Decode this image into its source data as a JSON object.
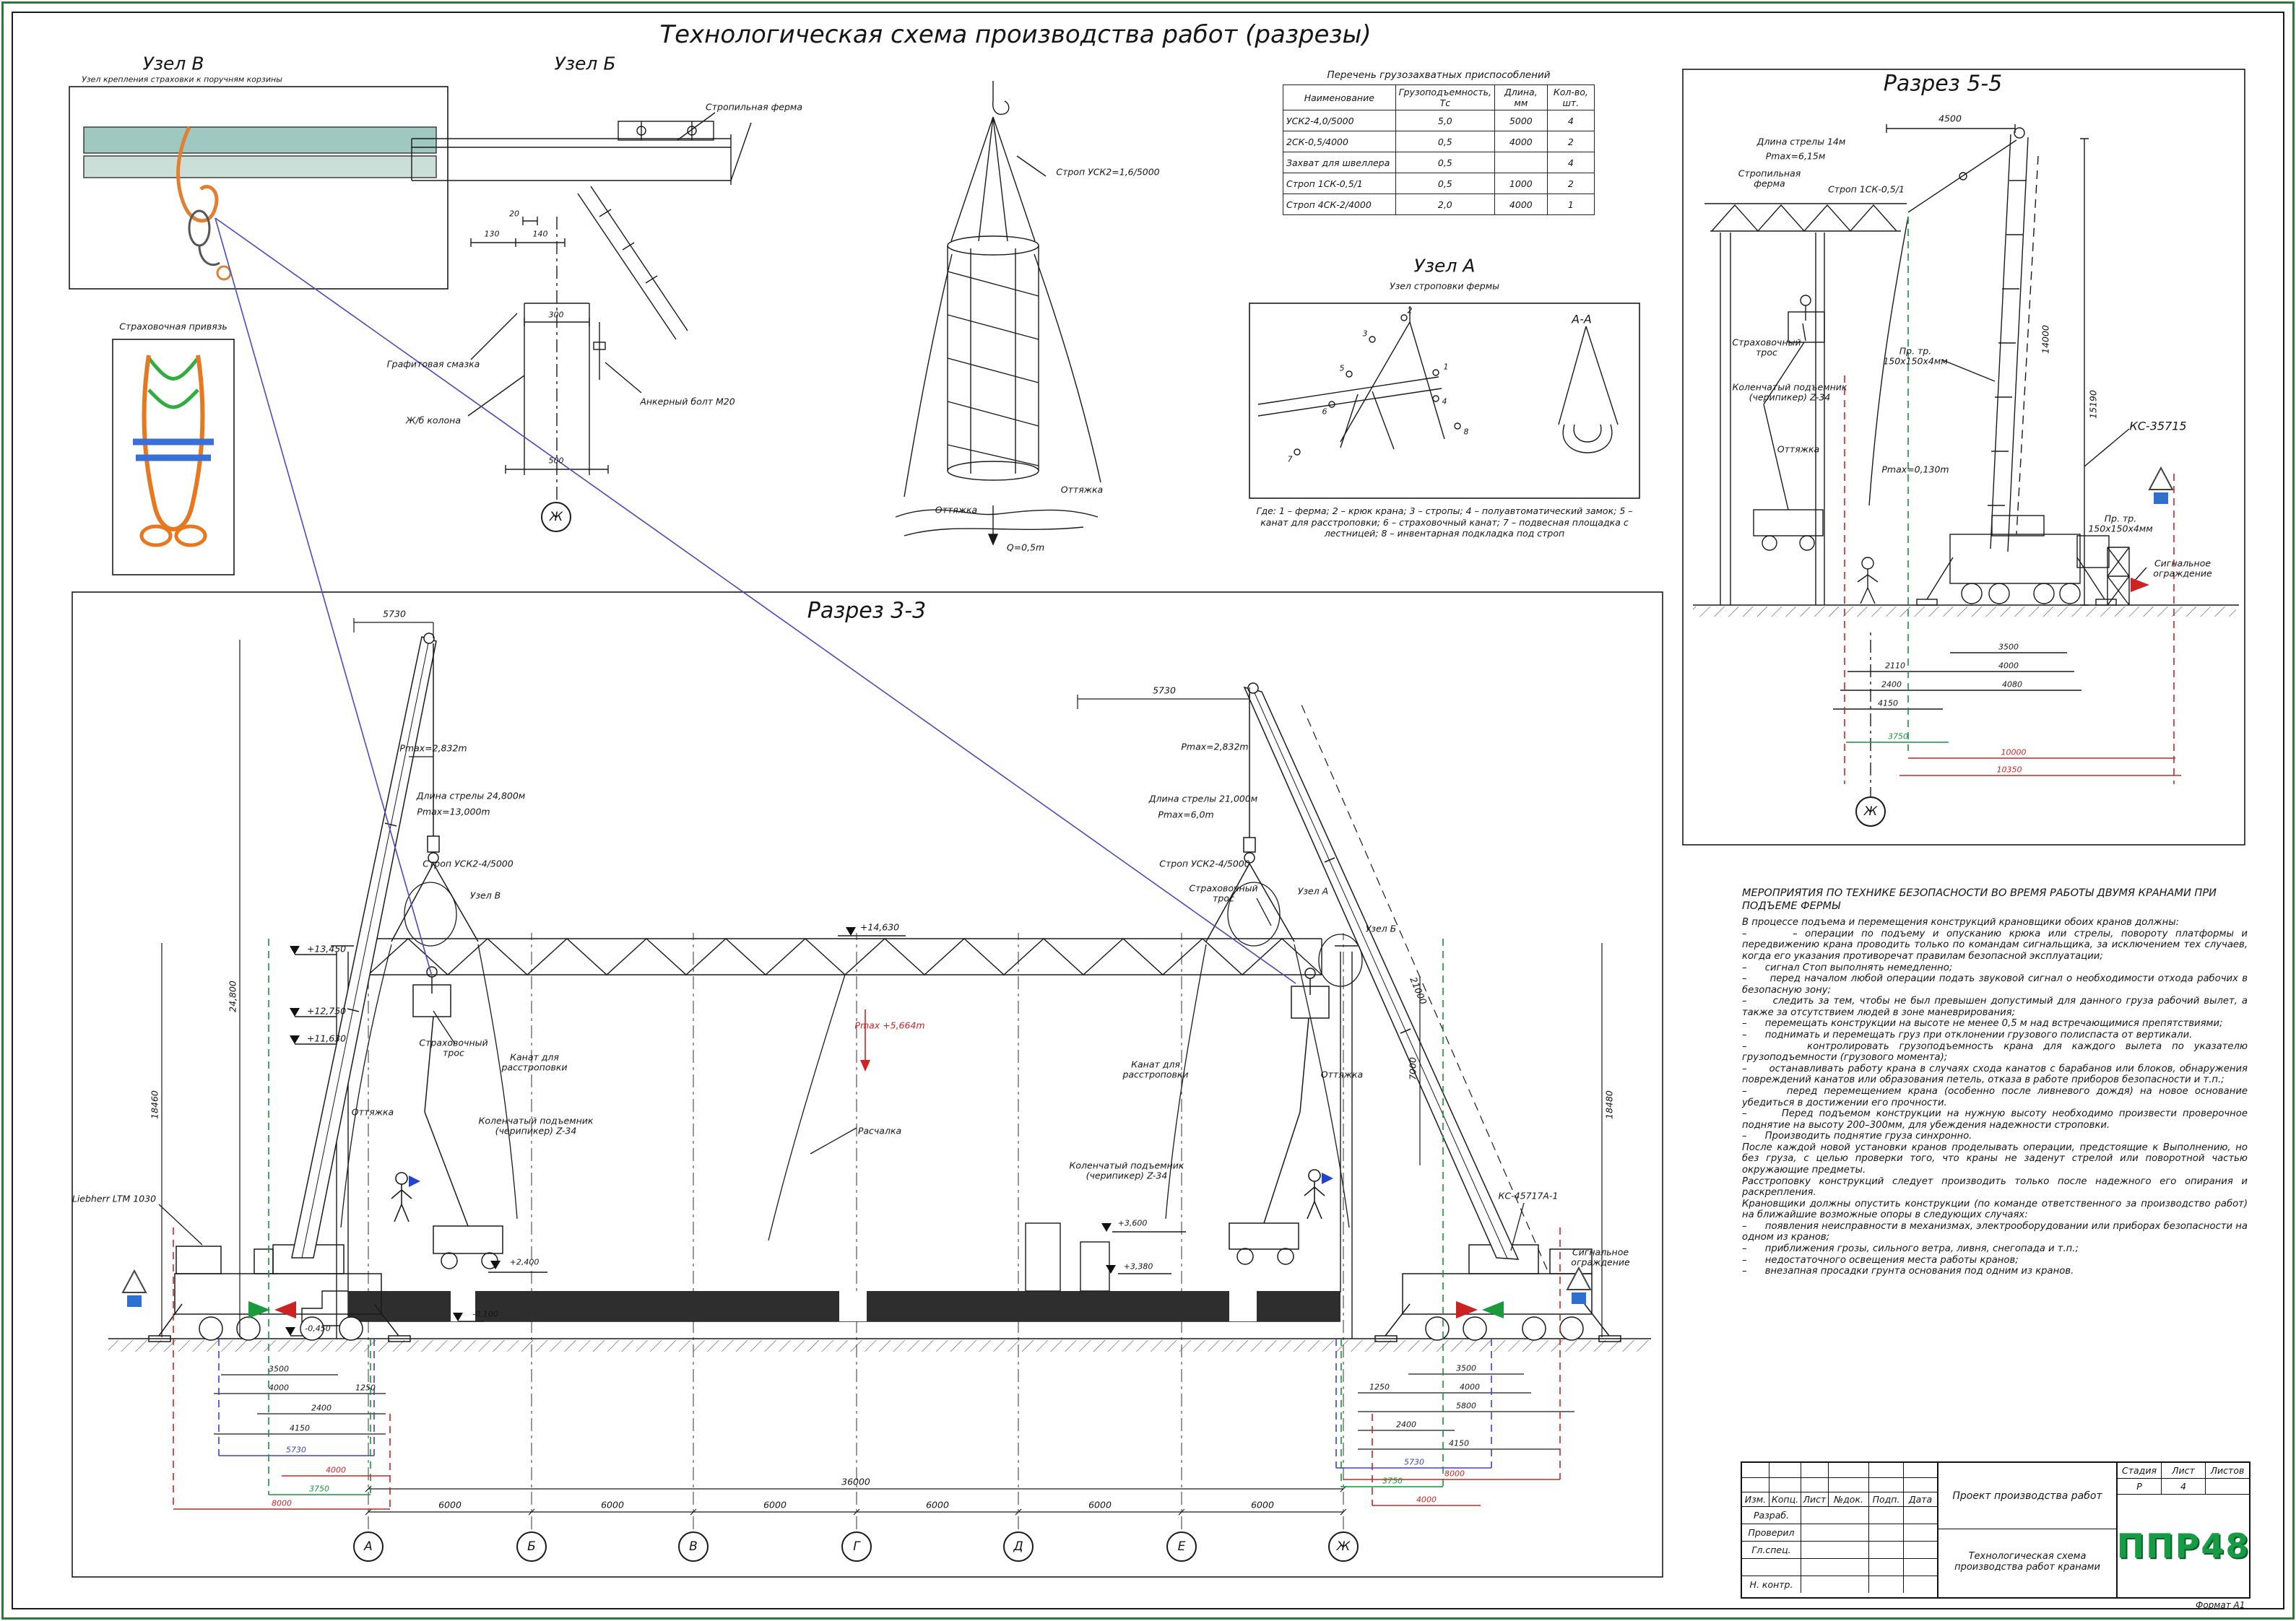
{
  "sheet": {
    "title": "Технологическая схема производства работ (разрезы)",
    "format_note": "Формат А1"
  },
  "node_v": {
    "title": "Узел В",
    "subtitle": "Узел крепления страховки к поручням корзины"
  },
  "harness": {
    "label": "Страховочная привязь"
  },
  "node_b": {
    "title": "Узел Б",
    "truss": "Стропильная ферма",
    "grease": "Графитовая смазка",
    "column": "Ж/б колона",
    "bolt": "Анкерный болт М20",
    "d20": "20",
    "d130": "130",
    "d140": "140",
    "d300": "300",
    "d500": "500",
    "axis": "Ж"
  },
  "cage": {
    "sling": "Строп УСК2=1,6/5000",
    "guy": "Оттяжка",
    "q": "Q=0,5m"
  },
  "rigging_table": {
    "title": "Перечень грузозахватных приспособлений",
    "headers": [
      "Наименование",
      "Грузоподъемность, Тс",
      "Длина, мм",
      "Кол-во, шт."
    ],
    "rows": [
      [
        "УСК2-4,0/5000",
        "5,0",
        "5000",
        "4"
      ],
      [
        "2СК-0,5/4000",
        "0,5",
        "4000",
        "2"
      ],
      [
        "Захват для швеллера",
        "0,5",
        "",
        "4"
      ],
      [
        "Строп 1СК-0,5/1",
        "0,5",
        "1000",
        "2"
      ],
      [
        "Строп 4СК-2/4000",
        "2,0",
        "4000",
        "1"
      ]
    ]
  },
  "node_a": {
    "title": "Узел А",
    "subtitle": "Узел строповки фермы",
    "section": "А-А",
    "callouts": [
      "1",
      "2",
      "3",
      "4",
      "5",
      "6",
      "7",
      "8"
    ],
    "caption": "Где: 1 – ферма; 2 – крюк крана; 3 – стропы; 4 – полуавтоматический замок; 5 – канат для расстроповки; 6 – страховочный канат; 7 – подвесная площадка с лестницей; 8 – инвентарная подкладка под строп"
  },
  "s55": {
    "title": "Разрез 5-5",
    "d4500": "4500",
    "boom_len": "Длина стрелы 14м",
    "boom_pmax": "Pmax=6,15м",
    "truss": "Стропильная ферма",
    "sling": "Строп 1СК-0,5/1",
    "safety_rope": "Страховочный трос",
    "profile1": "Пр. тр. 150х150х4мм",
    "lift": "Коленчатый подъемник (черипикер) Z-34",
    "guy": "Оттяжка",
    "crane": "КС-35715",
    "pmax_floor": "Pmax=0,130m",
    "d15190": "15190",
    "d14000": "14000",
    "profile2": "Пр. тр. 150х150х4мм",
    "fence": "Сигнальное ограждение",
    "d3500": "3500",
    "d4000": "4000",
    "d4080": "4080",
    "d2110": "2110",
    "d2400": "2400",
    "d4150": "4150",
    "d3750": "3750",
    "d10000": "10000",
    "d10350": "10350",
    "axis": "Ж"
  },
  "s33": {
    "title": "Разрез 3-3",
    "axes": [
      "А",
      "Б",
      "В",
      "Г",
      "Д",
      "Е",
      "Ж"
    ],
    "d6000": "6000",
    "d36000": "36000",
    "left": {
      "d5730_top": "5730",
      "pmax_top": "Pmax=2,832m",
      "boom_len": "Длина стрелы 24,800м",
      "boom_pmax": "Pmax=13,000m",
      "sling": "Строп УСК2-4/5000",
      "node": "Узел В",
      "elev1": "+13,450",
      "elev2": "+12,750",
      "elev3": "+11,630",
      "h_boom": "24,800",
      "h_bldg": "18460",
      "safety_rope": "Страховочный трос",
      "derig": "Канат для расстроповки",
      "guy": "Оттяжка",
      "lift": "Коленчатый подъемник (черипикер) Z-34",
      "crane": "Liebherr LTM 1030",
      "elev_ground": "-0,450",
      "d3500": "3500",
      "d4000": "4000",
      "d1250": "1250",
      "d2400": "2400",
      "d4150": "4150",
      "d5730": "5730",
      "d4000r": "4000",
      "d3750": "3750",
      "d8000": "8000"
    },
    "center": {
      "elev_ridge": "+14,630",
      "pmax": "Pmax +5,664m",
      "raschalka": "Расчалка",
      "elev_plat": "+2,400",
      "elev_floor": "-0,100",
      "elev_3600": "+3,600",
      "elev_3380": "+3,380"
    },
    "right": {
      "d5730_top": "5730",
      "pmax_top": "Pmax=2,832m",
      "boom_len": "Длина стрелы 21,000м",
      "boom_pmax": "Pmax=6,0m",
      "sling": "Строп УСК2-4/5000",
      "safety_rope": "Страховочный трос",
      "node_a": "Узел А",
      "node_b": "Узел Б",
      "h_boom": "21000",
      "h_7000": "7000",
      "h_bldg": "18480",
      "derig": "Канат для расстроповки",
      "guy": "Оттяжка",
      "lift": "Коленчатый подъемник (черипикер) Z-34",
      "crane": "КС-45717А-1",
      "fence": "Сигнальное ограждение",
      "d1250": "1250",
      "d3500": "3500",
      "d4000": "4000",
      "d5800": "5800",
      "d2400": "2400",
      "d4150": "4150",
      "d5730": "5730",
      "d3750": "3750",
      "d4000r": "4000",
      "d8000": "8000"
    }
  },
  "safety": {
    "title": "МЕРОПРИЯТИЯ ПО ТЕХНИКЕ БЕЗОПАСНОСТИ ВО ВРЕМЯ РАБОТЫ ДВУМЯ КРАНАМИ ПРИ ПОДЪЕМЕ ФЕРМЫ",
    "body": "В процессе подъема и перемещения конструкций крановщики обоих кранов должны:\n–      – операции по подъему и опусканию крюка или стрелы, повороту платформы и передвижению крана проводить только по командам сигнальщика, за исключением тех случаев, когда его указания противоречат правилам безопасной эксплуатации;\n–      сигнал Стоп выполнять немедленно;\n–      перед началом любой операции подать звуковой сигнал о необходимости отхода рабочих в безопасную зону;\n–      следить за тем, чтобы не был превышен допустимый для данного груза рабочий вылет, а также за отсутствием людей в зоне маневрирования;\n–      перемещать конструкции на высоте не менее 0,5 м над встречающимися препятствиями;\n–      поднимать и перемещать груз при отклонении грузового полиспаста от вертикали.\n–      контролировать грузоподъемность крана для каждого вылета по указателю грузоподъемности (грузового момента);\n–      останавливать работу крана в случаях схода канатов с барабанов или блоков, обнаружения повреждений канатов или образования петель, отказа в работе приборов безопасности и т.п.;\n–      перед перемещением крана (особенно после ливневого дождя) на новое основание убедиться в достижении его прочности.\n–      Перед подъемом конструкции на нужную высоту необходимо произвести проверочное поднятие на высоту 200–300мм, для убеждения надежности строповки.\n–      Производить поднятие груза синхронно.\nПосле каждой новой установки кранов проделывать операции, предстоящие к Выполнению, но без груза, с целью проверки того, что краны не заденут стрелой или поворотной частью окружающие предметы.\nРасстроповку конструкций следует производить только после надежного его опирания и раскрепления.\nКрановщики должны опустить конструкции (по команде ответственного за производство работ) на ближайшие возможные опоры в следующих случаях:\n–      появления неисправности в механизмах, электрооборудовании или приборах безопасности на одном из кранов;\n–      приближения грозы, сильного ветра, ливня, снегопада и т.п.;\n–      недостаточного освещения места работы кранов;\n–      внезапная просадки грунта основания под одним из кранов."
  },
  "stamp": {
    "cols": [
      "Изм.",
      "Копц.",
      "Лист",
      "№док.",
      "Подп.",
      "Дата"
    ],
    "rows": [
      "Разраб.",
      "Проверил",
      "Гл.спец.",
      "Н. контр."
    ],
    "project": "Проект производства работ",
    "doc_title": "Технологическая схема производства работ кранами",
    "stage_label": "Стадия",
    "sheet_label": "Лист",
    "sheets_label": "Листов",
    "stage": "Р",
    "sheet": "4",
    "sheets": "",
    "logo": "ППР48"
  }
}
